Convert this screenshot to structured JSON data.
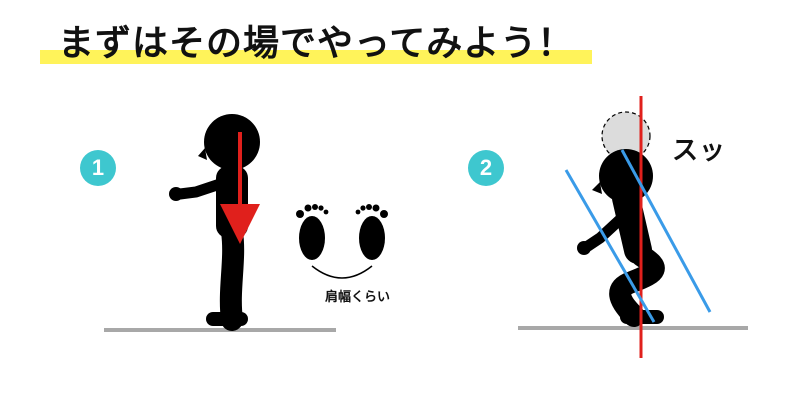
{
  "title": "まずはその場でやってみよう！",
  "steps": [
    {
      "number": "1"
    },
    {
      "number": "2"
    }
  ],
  "labels": {
    "foot_width": "肩幅くらい",
    "sound": "スッ"
  },
  "colors": {
    "highlight": "#fff35a",
    "badge": "#3ec7cf",
    "arrow": "#e0201c",
    "guide_blue": "#3a9be8",
    "floor": "#a8a8a8"
  }
}
